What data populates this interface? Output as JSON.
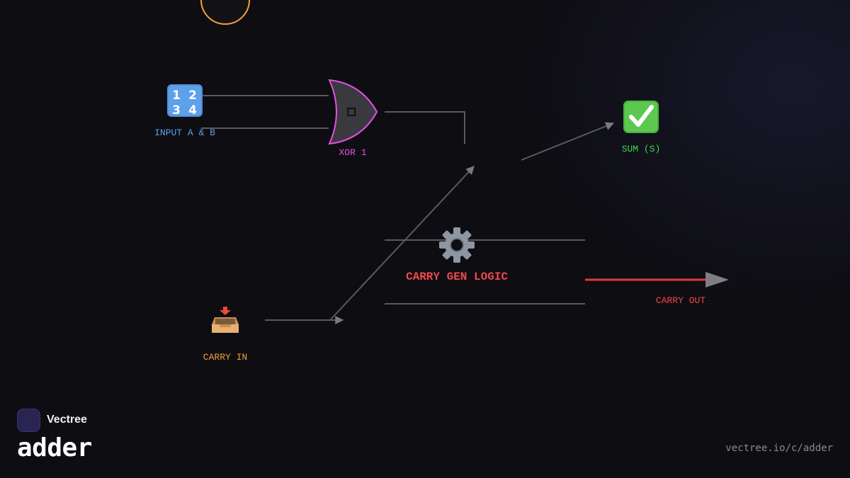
{
  "nodes": {
    "input_ab": {
      "label": "INPUT A & B",
      "color": "#5aa2f0",
      "icon": "input-numbers-icon"
    },
    "xor1": {
      "label": "XOR 1",
      "color": "#e64fe6",
      "icon": "xor-gate-icon"
    },
    "sum": {
      "label": "SUM (S)",
      "color": "#3fd94a",
      "icon": "check-mark-button-icon"
    },
    "carry_gen": {
      "label": "CARRY GEN LOGIC",
      "color": "#f0484c",
      "icon": "gear-icon"
    },
    "carry_in": {
      "label": "CARRY IN",
      "color": "#f0a23a",
      "icon": "inbox-tray-icon"
    },
    "carry_out": {
      "label": "CARRY OUT",
      "color": "#f0484c"
    }
  },
  "colors": {
    "wire": "#5a5a5e",
    "arrow": "#7a7a80",
    "carry_out_wire": "#e03a3a",
    "top_node_outline": "#f0a23a",
    "background": "#0e0d12"
  },
  "brand": {
    "name": "Vectree",
    "diagram_name": "adder",
    "url": "vectree.io/c/adder",
    "logo_icon": "vectree-logo-icon"
  }
}
